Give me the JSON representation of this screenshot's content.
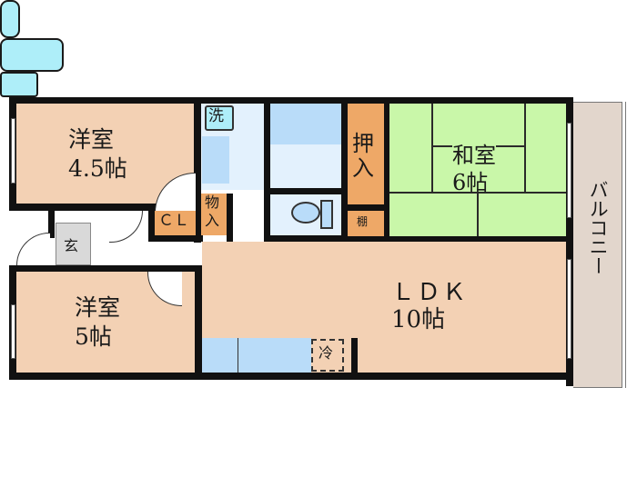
{
  "floor_plan": {
    "rooms": [
      {
        "id": "western-room-1",
        "name": "洋室",
        "size": "4.5帖"
      },
      {
        "id": "western-room-2",
        "name": "洋室",
        "size": "5帖"
      },
      {
        "id": "japanese-room",
        "name": "和室",
        "size": "6帖"
      },
      {
        "id": "ldk",
        "name": "ＬＤＫ",
        "size": "10帖"
      },
      {
        "id": "balcony",
        "name": "バルコニー"
      }
    ],
    "labels": {
      "closet": "ＣＬ",
      "storage": "物入",
      "storage_top": "物",
      "storage_bottom": "入",
      "oshiire_top": "押",
      "oshiire_bottom": "入",
      "shelf": "棚",
      "entrance": "玄",
      "washer": "洗",
      "fridge": "冷"
    },
    "colors": {
      "western_room": "#f3d1b4",
      "japanese_room": "#c9f7a9",
      "closet": "#eea867",
      "wet_area": "#e3f1fd",
      "fixture": "#b9dcf9",
      "balcony": "#e2d6cc",
      "entrance": "#d9d9d9",
      "wall": "#111111"
    }
  }
}
